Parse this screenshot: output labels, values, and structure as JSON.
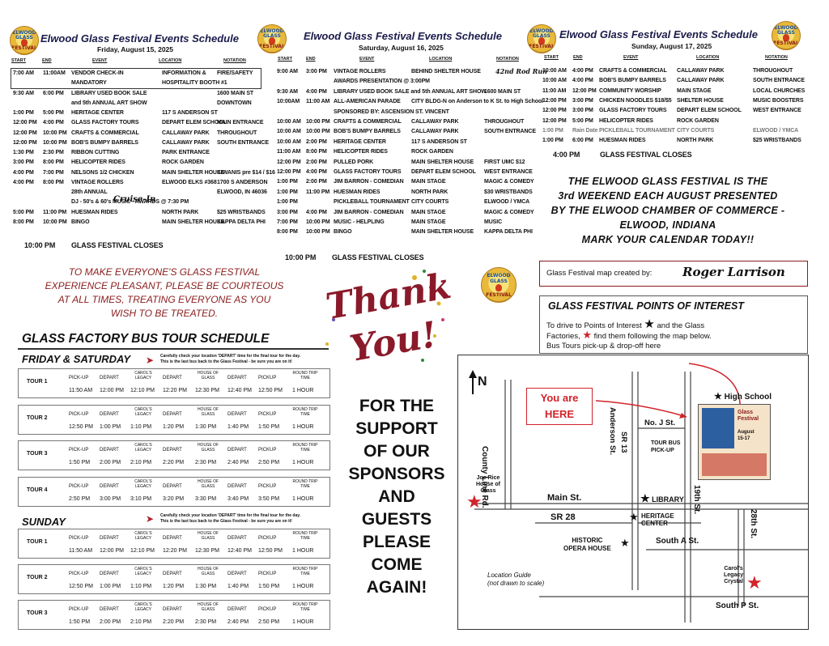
{
  "friday": {
    "title": "Elwood Glass Festival Events Schedule",
    "date": "Friday, August 15, 2025",
    "headers": [
      "START",
      "END",
      "EVENT",
      "LOCATION",
      "NOTATION"
    ],
    "rows": [
      [
        "7:00 AM",
        "11:00AM",
        "VENDOR CHECK-IN",
        "INFORMATION &",
        "FIRE/SAFETY"
      ],
      [
        "",
        "",
        "MANDATORY",
        "HOSPITALITY BOOTH #1",
        ""
      ],
      [
        "9:30 AM",
        "6:00 PM",
        "LIBRARY USED BOOK SALE",
        "",
        "1600 MAIN ST"
      ],
      [
        "",
        "",
        "and 5th ANNUAL ART SHOW",
        "",
        "DOWNTOWN"
      ],
      [
        "1:00 PM",
        "5:00 PM",
        "HERITAGE CENTER",
        "117 S ANDERSON ST",
        ""
      ],
      [
        "12:00 PM",
        "4:00 PM",
        "GLASS FACTORY TOURS",
        "DEPART ELEM SCHOOL",
        "MAIN ENTRANCE"
      ],
      [
        "12:00 PM",
        "10:00 PM",
        "CRAFTS & COMMERCIAL",
        "CALLAWAY PARK",
        "THROUGHOUT"
      ],
      [
        "12:00 PM",
        "10:00 PM",
        "BOB'S BUMPY BARRELS",
        "CALLAWAY PARK",
        "SOUTH ENTRANCE"
      ],
      [
        "1:30 PM",
        "2:30 PM",
        "RIBBON CUTTING",
        "PARK ENTRANCE",
        ""
      ],
      [
        "3:00 PM",
        "8:00 PM",
        "HELICOPTER RIDES",
        "ROCK GARDEN",
        ""
      ],
      [
        "4:00 PM",
        "7:00 PM",
        "NELSONS 1/2 CHICKEN",
        "MAIN SHELTER HOUSE",
        "KIWANIS pre $14 / $16"
      ],
      [
        "4:00 PM",
        "8:00 PM",
        "VINTAGE ROLLERS",
        "ELWOOD ELKS #368",
        "1700 S ANDERSON"
      ],
      [
        "",
        "",
        "28th ANNUAL",
        "",
        "ELWOOD, IN 46036"
      ],
      [
        "",
        "",
        "DJ - 50's & 60's MUSIC - AWARDS @ 7:30 PM",
        "",
        ""
      ],
      [
        "5:00 PM",
        "11:00 PM",
        "HUESMAN RIDES",
        "NORTH PARK",
        "$25 WRISTBANDS"
      ],
      [
        "8:00 PM",
        "10:00 PM",
        "BINGO",
        "MAIN SHELTER HOUSE",
        "KAPPA DELTA PHI"
      ]
    ],
    "cruise_in": "Cruise-In",
    "close_time": "10:00 PM",
    "close_label": "GLASS FESTIVAL CLOSES"
  },
  "saturday": {
    "title": "Elwood Glass Festival Events Schedule",
    "date": "Saturday, August 16, 2025",
    "headers": [
      "START",
      "END",
      "EVENT",
      "LOCATION",
      "NOTATION"
    ],
    "rows": [
      [
        "9:00 AM",
        "3:00 PM",
        "VINTAGE ROLLERS",
        "BEHIND SHELTER HOUSE",
        ""
      ],
      [
        "",
        "",
        "AWARDS PRESENTATION @ 3:00PM",
        "",
        ""
      ],
      [
        "9:30 AM",
        "4:00 PM",
        "LIBRARY USED BOOK SALE and 5th ANNUAL ART SHOW",
        "",
        "1600 MAIN ST"
      ],
      [
        "10:00AM",
        "11:00 AM",
        "ALL-AMERICAN PARADE",
        "CITY BLDG-N on Anderson to K St. to High School",
        ""
      ],
      [
        "",
        "",
        "SPONSORED BY: ASCENSION ST. VINCENT",
        "",
        ""
      ],
      [
        "10:00 AM",
        "10:00 PM",
        "CRAFTS & COMMERCIAL",
        "CALLAWAY PARK",
        "THROUGHOUT"
      ],
      [
        "10:00 AM",
        "10:00 PM",
        "BOB'S BUMPY BARRELS",
        "CALLAWAY PARK",
        "SOUTH ENTRANCE"
      ],
      [
        "10:00 AM",
        "2:00 PM",
        "HERITAGE CENTER",
        "117 S ANDERSON ST",
        ""
      ],
      [
        "11:00 AM",
        "8:00 PM",
        "HELICOPTER RIDES",
        "ROCK GARDEN",
        ""
      ],
      [
        "12:00 PM",
        "2:00 PM",
        "PULLED PORK",
        "MAIN SHELTER HOUSE",
        "FIRST UMC $12"
      ],
      [
        "12:00 PM",
        "4:00 PM",
        "GLASS FACTORY TOURS",
        "DEPART ELEM SCHOOL",
        "WEST ENTRANCE"
      ],
      [
        "1:00 PM",
        "2:00 PM",
        "JIM BARRON - COMEDIAN",
        "MAIN STAGE",
        "MAGIC & COMEDY"
      ],
      [
        "1:00 PM",
        "11:00 PM",
        "HUESMAN RIDES",
        "NORTH PARK",
        "$30 WRISTBANDS"
      ],
      [
        "1:00 PM",
        "",
        "PICKLEBALL TOURNAMENT",
        "CITY COURTS",
        "ELWOOD / YMCA"
      ],
      [
        "3:00 PM",
        "4:00 PM",
        "JIM BARRON - COMEDIAN",
        "MAIN STAGE",
        "MAGIC & COMEDY"
      ],
      [
        "7:00 PM",
        "10:00 PM",
        "MUSIC - HELPLING",
        "MAIN STAGE",
        "MUSIC"
      ],
      [
        "8:00 PM",
        "10:00 PM",
        "BINGO",
        "MAIN SHELTER HOUSE",
        "KAPPA DELTA PHI"
      ]
    ],
    "signature_note": "42nd Rod Run",
    "close_time": "10:00 PM",
    "close_label": "GLASS FESTIVAL CLOSES"
  },
  "sunday": {
    "title": "Elwood Glass Festival Events Schedule",
    "date": "Sunday, August 17, 2025",
    "headers": [
      "START",
      "END",
      "EVENT",
      "LOCATION",
      "NOTATION"
    ],
    "rows": [
      [
        "10:00 AM",
        "4:00 PM",
        "CRAFTS & COMMERCIAL",
        "CALLAWAY PARK",
        "THROUGHOUT"
      ],
      [
        "10:00 AM",
        "4:00 PM",
        "BOB'S BUMPY BARRELS",
        "CALLAWAY PARK",
        "SOUTH ENTRANCE"
      ],
      [
        "11:00 AM",
        "12:00 PM",
        "COMMUNITY WORSHIP",
        "MAIN STAGE",
        "LOCAL CHURCHES"
      ],
      [
        "12:00 PM",
        "3:00 PM",
        "CHICKEN NOODLES $18/$5",
        "SHELTER HOUSE",
        "MUSIC BOOSTERS"
      ],
      [
        "12:00 PM",
        "3:00 PM",
        "GLASS FACTORY TOURS",
        "DEPART ELEM SCHOOL",
        "WEST ENTRANCE"
      ],
      [
        "12:00 PM",
        "5:00 PM",
        "HELICOPTER RIDES",
        "ROCK GARDEN",
        ""
      ],
      [
        "1:00 PM",
        "Rain Date",
        "PICKLEBALL TOURNAMENT",
        "CITY COURTS",
        "ELWOOD / YMCA"
      ],
      [
        "1:00 PM",
        "6:00 PM",
        "HUESMAN RIDES",
        "NORTH PARK",
        "$25 WRISTBANDS"
      ]
    ],
    "close_time": "4:00 PM",
    "close_label": "GLASS FESTIVAL CLOSES"
  },
  "announcement": [
    "THE ELWOOD GLASS FESTIVAL IS THE",
    "3rd WEEKEND EACH AUGUST PRESENTED",
    "BY THE ELWOOD CHAMBER OF COMMERCE -",
    "ELWOOD, INDIANA",
    "MARK YOUR CALENDAR TODAY!!"
  ],
  "courtesy": [
    "TO MAKE EVERYONE'S GLASS FESTIVAL",
    "EXPERIENCE PLEASANT, PLEASE BE COURTEOUS",
    "AT ALL TIMES, TREATING EVERYONE AS YOU",
    "WISH TO BE TREATED."
  ],
  "logo_text": [
    "ELWOOD",
    "GLASS",
    "FESTIVAL"
  ],
  "thank_you": [
    "Thank",
    "You!"
  ],
  "support_message": [
    "FOR THE",
    "SUPPORT",
    "OF OUR",
    "SPONSORS",
    "AND",
    "GUESTS",
    "PLEASE",
    "COME",
    "AGAIN!"
  ],
  "map_credit": {
    "label": "Glass Festival map created by:",
    "name": "Roger Larrison"
  },
  "points_of_interest": {
    "title": "GLASS FESTIVAL POINTS OF INTEREST",
    "line1a": "To drive to Points of Interest",
    "line1b": "and the Glass",
    "line2a": "Factories,",
    "line2b": "find them following the map below.",
    "line3": "Bus Tours pick-up & drop-off here"
  },
  "map": {
    "north": "N",
    "you_are_here": [
      "You are",
      "HERE"
    ],
    "streets": {
      "county_line": "County Line Rd.",
      "anderson": "Anderson St.",
      "sr13": "SR 13",
      "no_j": "No. J St.",
      "main": "Main St.",
      "sr28": "SR 28",
      "nineteenth": "19th St.",
      "twentyeighth": "28th St.",
      "south_a": "South A St.",
      "south_p": "South P St."
    },
    "places": {
      "high_school": "High School",
      "tour_bus": [
        "TOUR BUS",
        "PICK-UP"
      ],
      "joe_rice": [
        "Joe Rice",
        "House of",
        "Glass"
      ],
      "library": "LIBRARY",
      "heritage": [
        "HERITAGE",
        "CENTER"
      ],
      "opera": [
        "HISTORIC",
        "OPERA HOUSE"
      ],
      "carols": [
        "Carol's",
        "Legacy",
        "Crystal"
      ]
    },
    "flyer_text": [
      "Glass",
      "Festival",
      "August",
      "15-17"
    ],
    "location_guide": [
      "Location Guide",
      "(not drawn to scale)"
    ]
  },
  "bus_tour": {
    "title": "GLASS FACTORY BUS TOUR SCHEDULE",
    "fri_sat_label": "FRIDAY & SATURDAY",
    "sunday_label": "SUNDAY",
    "note1": "Carefully check your location 'DEPART' time for the final tour for the day.",
    "note2": "This is the last bus back to the Glass Festival - be sure you are on it!",
    "fri_sat_tours": [
      {
        "tour": "TOUR 1",
        "times": [
          "11:50 AM",
          "12:00 PM",
          "12:10 PM",
          "12:20 PM",
          "12:30 PM",
          "12:40 PM",
          "12:50 PM",
          "1 HOUR"
        ]
      },
      {
        "tour": "TOUR 2",
        "times": [
          "12:50 PM",
          "1:00 PM",
          "1:10 PM",
          "1:20 PM",
          "1:30 PM",
          "1:40 PM",
          "1:50 PM",
          "1 HOUR"
        ]
      },
      {
        "tour": "TOUR 3",
        "times": [
          "1:50 PM",
          "2:00 PM",
          "2:10 PM",
          "2:20 PM",
          "2:30 PM",
          "2:40 PM",
          "2:50 PM",
          "1 HOUR"
        ]
      },
      {
        "tour": "TOUR 4",
        "times": [
          "2:50 PM",
          "3:00 PM",
          "3:10 PM",
          "3:20 PM",
          "3:30 PM",
          "3:40 PM",
          "3:50 PM",
          "1 HOUR"
        ]
      }
    ],
    "sunday_tours": [
      {
        "tour": "TOUR 1",
        "times": [
          "11:50 AM",
          "12:00 PM",
          "12:10 PM",
          "12:20 PM",
          "12:30 PM",
          "12:40 PM",
          "12:50 PM",
          "1 HOUR"
        ]
      },
      {
        "tour": "TOUR 2",
        "times": [
          "12:50 PM",
          "1:00 PM",
          "1:10 PM",
          "1:20 PM",
          "1:30 PM",
          "1:40 PM",
          "1:50 PM",
          "1 HOUR"
        ]
      },
      {
        "tour": "TOUR 3",
        "times": [
          "1:50 PM",
          "2:00 PM",
          "2:10 PM",
          "2:20 PM",
          "2:30 PM",
          "2:40 PM",
          "2:50 PM",
          "1 HOUR"
        ]
      }
    ],
    "headers": [
      "PICK-UP",
      "DEPART",
      "CAROL'S LEGACY",
      "DEPART",
      "HOUSE OF GLASS",
      "DEPART",
      "PICKUP",
      "ROUND TRIP TIME"
    ]
  }
}
